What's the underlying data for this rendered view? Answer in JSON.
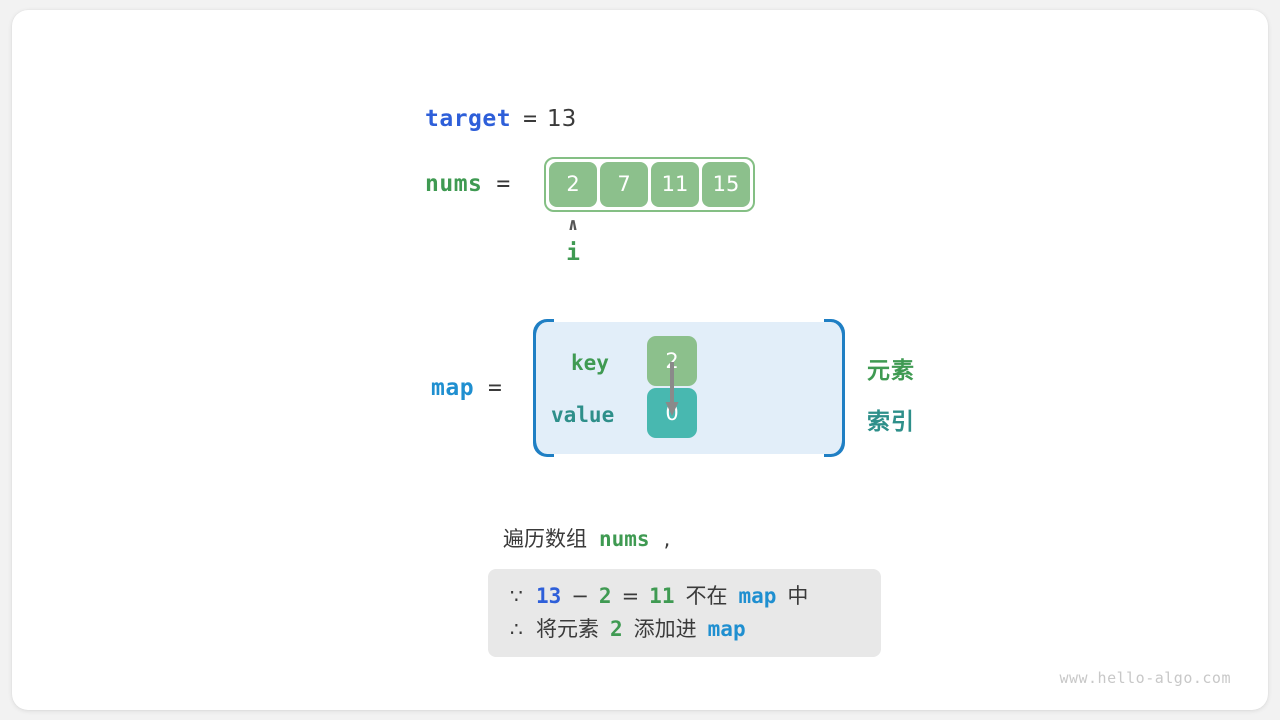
{
  "canvas": {
    "background": "#f2f2f2",
    "card_background": "#ffffff"
  },
  "colors": {
    "royal_blue": "#2e5fd9",
    "link_blue": "#1f8fd0",
    "border_blue": "#1f7fc4",
    "green": "#3f9a52",
    "cell_green": "#8cc08c",
    "teal": "#2e8f8a",
    "cell_teal": "#48b8b0",
    "note_gray": "#e8e8e8",
    "map_fill": "#e2eef9",
    "text_dark": "#3a3a3a"
  },
  "target": {
    "name": "target",
    "equals": "=",
    "value": "13"
  },
  "nums": {
    "name": "nums",
    "equals": "=",
    "cells": [
      "2",
      "7",
      "11",
      "15"
    ],
    "pointer": {
      "caret": "∧",
      "label": "i",
      "index": 0
    }
  },
  "map": {
    "name": "map",
    "equals": "=",
    "key_label": "key",
    "value_label": "value",
    "key_cell": "2",
    "value_cell": "0",
    "arrow_icon": "down-arrow-icon",
    "side_labels": {
      "element": "元素",
      "index": "索引"
    }
  },
  "caption": {
    "prefix": "遍历数组",
    "code": "nums",
    "suffix": ","
  },
  "note": {
    "line1": {
      "symbol": "∵",
      "a": "13",
      "minus": "−",
      "b": "2",
      "eq": "=",
      "c": "11",
      "text": "不在",
      "code": "map",
      "tail": "中"
    },
    "line2": {
      "symbol": "∴",
      "text": "将元素",
      "num": "2",
      "text2": "添加进",
      "code": "map"
    }
  },
  "watermark": "www.hello-algo.com"
}
